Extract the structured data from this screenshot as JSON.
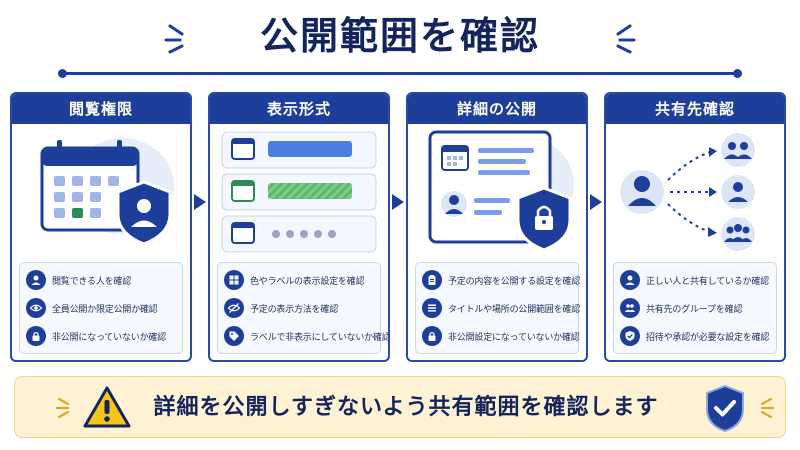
{
  "title": "公開範囲を確認",
  "panels": [
    {
      "heading": "閲覧権限",
      "items": [
        {
          "icon": "user-icon",
          "text": "閲覧できる人を確認"
        },
        {
          "icon": "eye-icon",
          "text": "全員公開か限定公開か確認"
        },
        {
          "icon": "lock-icon",
          "text": "非公開になっていないか確認"
        }
      ]
    },
    {
      "heading": "表示形式",
      "items": [
        {
          "icon": "palette-icon",
          "text": "色やラベルの表示設定を確認"
        },
        {
          "icon": "eye-off-icon",
          "text": "予定の表示方法を確認"
        },
        {
          "icon": "tag-icon",
          "text": "ラベルで非表示にしていないか確認"
        }
      ]
    },
    {
      "heading": "詳細の公開",
      "items": [
        {
          "icon": "clipboard-icon",
          "text": "予定の内容を公開する設定を確認"
        },
        {
          "icon": "list-icon",
          "text": "タイトルや場所の公開範囲を確認"
        },
        {
          "icon": "lock-icon",
          "text": "非公開設定になっていないか確認"
        }
      ]
    },
    {
      "heading": "共有先確認",
      "items": [
        {
          "icon": "user-icon",
          "text": "正しい人と共有しているか確認"
        },
        {
          "icon": "group-icon",
          "text": "共有先のグループを確認"
        },
        {
          "icon": "shield-check-icon",
          "text": "招待や承認が必要な設定を確認"
        }
      ]
    }
  ],
  "footer": {
    "text": "詳細を公開しすぎないよう共有範囲を確認します",
    "left_icon": "warning-icon",
    "right_icon": "shield-check-icon"
  },
  "colors": {
    "primary": "#1e3f99",
    "title": "#14245c",
    "panel_border": "#2a4aa8",
    "calendar_green": "#2e8b57",
    "bar_blue": "#4a7fe0",
    "bar_green": "#5cb86c",
    "footer_bg": "#fdf3d4",
    "warning_yellow": "#f5c518"
  }
}
